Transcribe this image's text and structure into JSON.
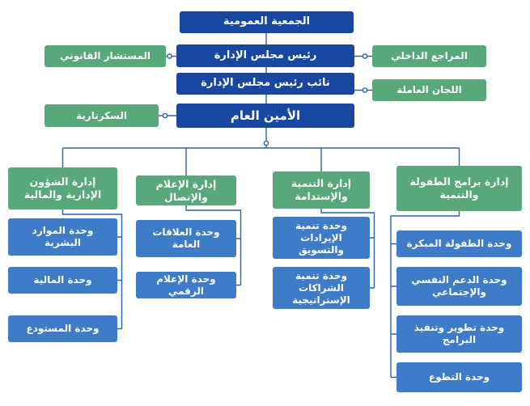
{
  "colors": {
    "navy": "#17479e",
    "green": "#58a87b",
    "blue": "#3e7cc8",
    "line": "#2a62ad"
  },
  "nodes": {
    "general_assembly": "الجمعية العمومية",
    "chairman": "رئيس مجلس الإدارة",
    "vice_chairman": "نائب رئيس مجلس الإدارة",
    "secretary_general": "الأمين العام",
    "legal_advisor": "المستشار القانوني",
    "internal_auditor": "المراجع الداخلي",
    "working_committees": "اللجان العاملة",
    "secretariat": "السكرتارية"
  },
  "departments": [
    {
      "label": "إدارة الشؤون الإدارية والمالية",
      "units": [
        "وحدة الموارد البشرية",
        "وحدة المالية",
        "وحدة المستودع"
      ]
    },
    {
      "label": "إدارة الإعلام والإتصال",
      "units": [
        "وحدة العلاقات العامة",
        "وحدة الإعلام الرقمي"
      ]
    },
    {
      "label": "إدارة التنمية والإستدامة",
      "units": [
        "وحدة تنمية الإيرادات والتسويق",
        "وحدة تنمية الشراكات الإستراتيجية"
      ]
    },
    {
      "label": "إدارة برامج الطفولة والتنمية",
      "units": [
        "وحدة الطفولة المبكرة",
        "وحدة الدعم النفسي والإجتماعي",
        "وحدة تطوير وتنفيذ البرامج",
        "وحدة التطوع"
      ]
    }
  ]
}
